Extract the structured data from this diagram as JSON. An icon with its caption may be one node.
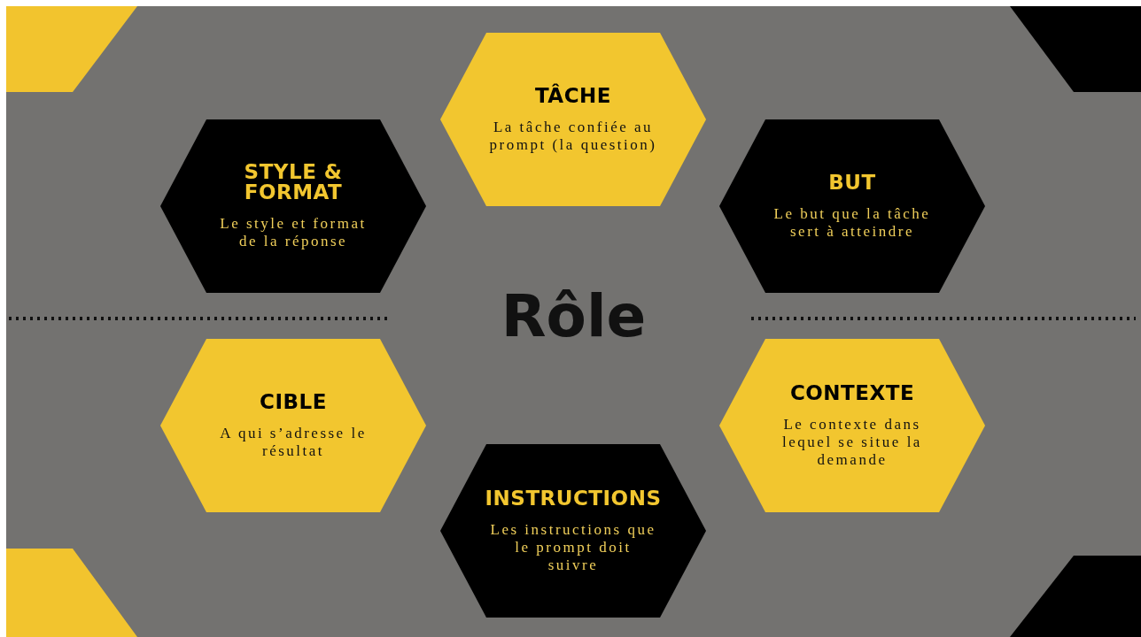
{
  "diagram": {
    "nodes": [
      {
        "text": [
          "TÂCHE",
          "La tâche confiée au prompt (la question)"
        ]
      },
      {
        "text": [
          "STYLE & FORMAT",
          "Le style et format de la réponse"
        ]
      },
      {
        "text": [
          "BUT",
          "Le but que la tâche sert à atteindre"
        ]
      },
      {
        "text": [
          "CIBLE",
          "A qui s’adresse le résultat"
        ]
      },
      {
        "text": [
          "CONTEXTE",
          "Le contexte dans lequel se situe la demande"
        ]
      },
      {
        "text": [
          "INSTRUCTIONS",
          "Les instructions que le prompt doit suivre"
        ]
      }
    ],
    "labels": [
      "Rôle"
    ]
  }
}
